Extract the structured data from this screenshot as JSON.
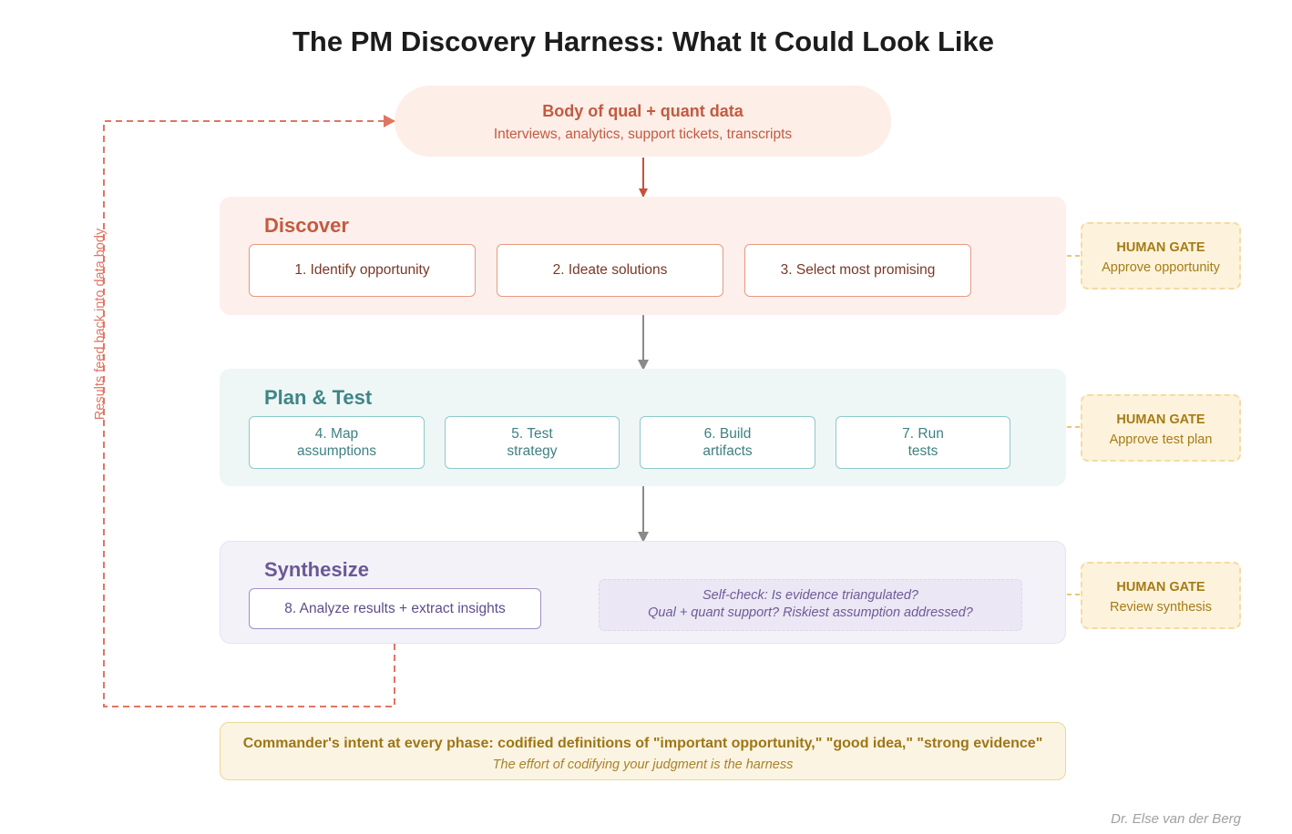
{
  "title": "The PM Discovery Harness: What It Could Look Like",
  "source": {
    "title": "Body of qual + quant data",
    "subtitle": "Interviews, analytics, support tickets, transcripts"
  },
  "phases": {
    "discover": {
      "title": "Discover",
      "steps": [
        "1. Identify opportunity",
        "2. Ideate solutions",
        "3. Select most promising"
      ]
    },
    "plan_test": {
      "title": "Plan & Test",
      "steps": [
        {
          "line1": "4. Map",
          "line2": "assumptions"
        },
        {
          "line1": "5. Test",
          "line2": "strategy"
        },
        {
          "line1": "6. Build",
          "line2": "artifacts"
        },
        {
          "line1": "7. Run",
          "line2": "tests"
        }
      ]
    },
    "synthesize": {
      "title": "Synthesize",
      "steps": [
        "8. Analyze results + extract insights"
      ],
      "self_check": {
        "line1": "Self-check: Is evidence triangulated?",
        "line2": "Qual + quant support? Riskiest assumption addressed?"
      }
    }
  },
  "gates": [
    {
      "label": "HUMAN GATE",
      "text": "Approve opportunity"
    },
    {
      "label": "HUMAN GATE",
      "text": "Approve test plan"
    },
    {
      "label": "HUMAN GATE",
      "text": "Review synthesis"
    }
  ],
  "feedback_label": "Results feed back into data body",
  "intent": {
    "title": "Commander's intent at every phase: codified definitions of \"important opportunity,\" \"good idea,\" \"strong evidence\"",
    "subtitle": "The effort of codifying your judgment is the harness"
  },
  "signature": "Dr. Else van der Berg",
  "colors": {
    "discover": "#c45a3f",
    "plan_test": "#3f8585",
    "synthesize": "#6a5896",
    "gate": "#a57b17",
    "feedback": "#dc6b5a"
  }
}
